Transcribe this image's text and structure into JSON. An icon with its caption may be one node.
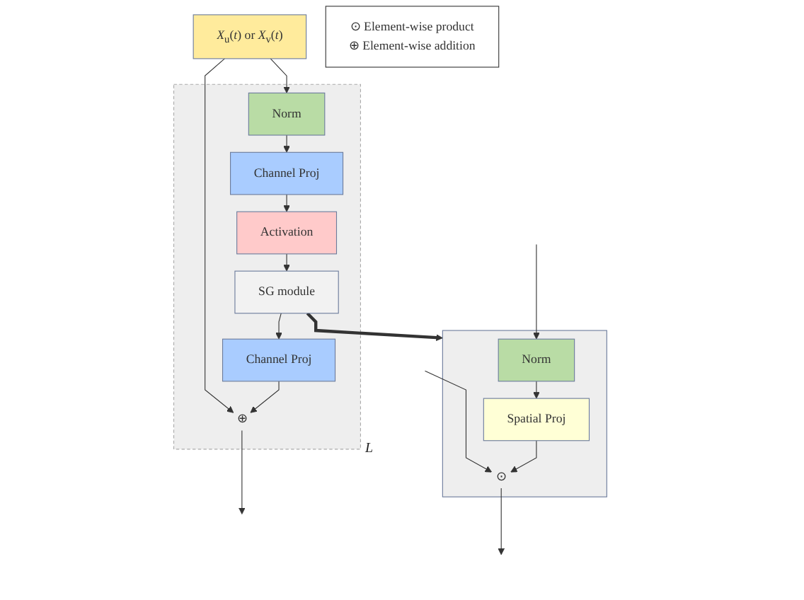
{
  "diagram": {
    "nodes": [
      {
        "text": [
          "*X*$_{u}$(*t*) or *X*$_{v}$(*t*)"
        ]
      },
      {
        "text": [],
        "shape": "box",
        "beside": [
          "L"
        ]
      },
      {
        "text": [
          "Norm"
        ],
        "in": 1
      },
      {
        "text": [
          "Channel Proj"
        ],
        "in": 1
      },
      {
        "text": [
          "Activation"
        ],
        "in": 1
      },
      {
        "text": [
          "SG module"
        ],
        "in": 1
      },
      {
        "text": [
          "Channel Proj"
        ],
        "in": 1
      },
      {
        "text": [
          "⊕"
        ],
        "in": 1
      },
      {
        "text": [
          "⊙ Element-wise product",
          "⊕ Element-wise addition"
        ]
      },
      {
        "text": [],
        "shape": "box"
      },
      {
        "text": [
          "Norm"
        ],
        "in": 9
      },
      {
        "text": [
          "Spatial Proj"
        ],
        "in": 9
      },
      {
        "text": [
          "⊙"
        ],
        "in": 9
      }
    ],
    "edges": [
      {
        "from": 0,
        "to": 2,
        "arrow": "to"
      },
      {
        "from": 0,
        "to": 7,
        "arrow": "to"
      },
      {
        "from": 2,
        "to": 3,
        "arrow": "to"
      },
      {
        "from": 3,
        "to": 4,
        "arrow": "to"
      },
      {
        "from": 4,
        "to": 5,
        "arrow": "to"
      },
      {
        "from": 5,
        "to": 6,
        "arrow": "to"
      },
      {
        "from": 6,
        "to": 7,
        "arrow": "to"
      },
      {
        "from": 7,
        "to": null,
        "arrow": "to"
      },
      {
        "from": 5,
        "to": 9,
        "arrow": "to",
        "style": "thick"
      },
      {
        "from": null,
        "to": 12,
        "arrow": "to"
      },
      {
        "from": null,
        "to": 10,
        "arrow": "to"
      },
      {
        "from": 10,
        "to": 11,
        "arrow": "to"
      },
      {
        "from": 11,
        "to": 12,
        "arrow": "to"
      },
      {
        "from": 12,
        "to": null,
        "arrow": "to"
      }
    ]
  }
}
